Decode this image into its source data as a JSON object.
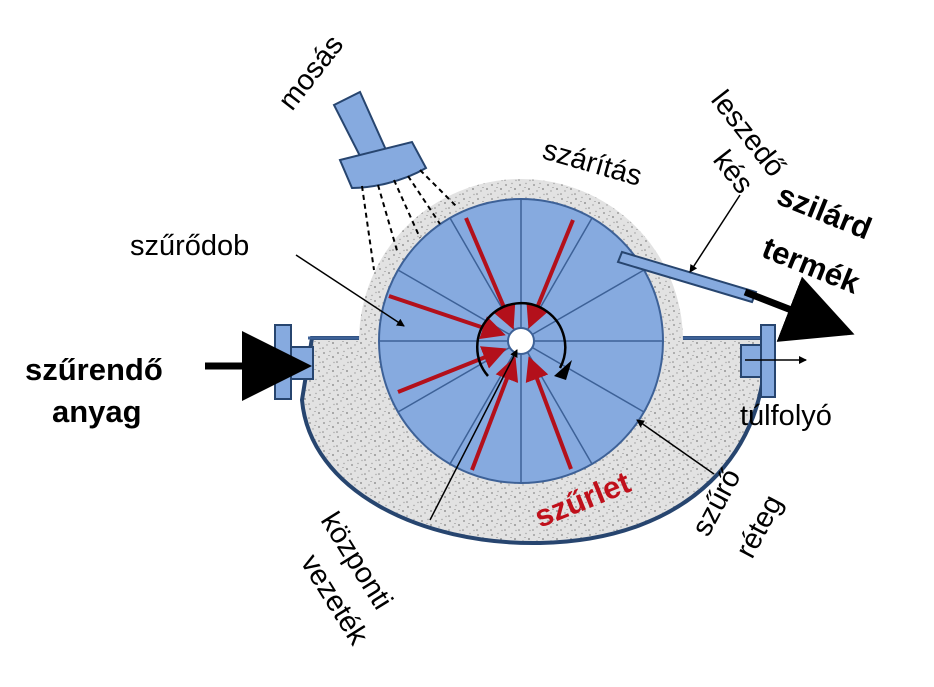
{
  "labels": {
    "washing": "mosás",
    "drying": "szárítás",
    "scraper_line1": "leszedő",
    "scraper_line2": "kés",
    "solid_line1": "szilárd",
    "solid_line2": "termék",
    "drum": "szűrődob",
    "feed_line1": "szűrendő",
    "feed_line2": "anyag",
    "overflow": "túlfolyó",
    "filtrate": "szűrlet",
    "cake_line1": "szűrő",
    "cake_line2": "réteg",
    "central_line1": "központi",
    "central_line2": "vezeték"
  },
  "colors": {
    "drum_fill": "#86aadf",
    "drum_stroke": "#3d6197",
    "cake_fill": "#d6d6d6",
    "tank_stroke": "#27456f",
    "flow_arrow": "#b3101b",
    "filtrate_text": "#c0101b",
    "black": "#000000"
  }
}
